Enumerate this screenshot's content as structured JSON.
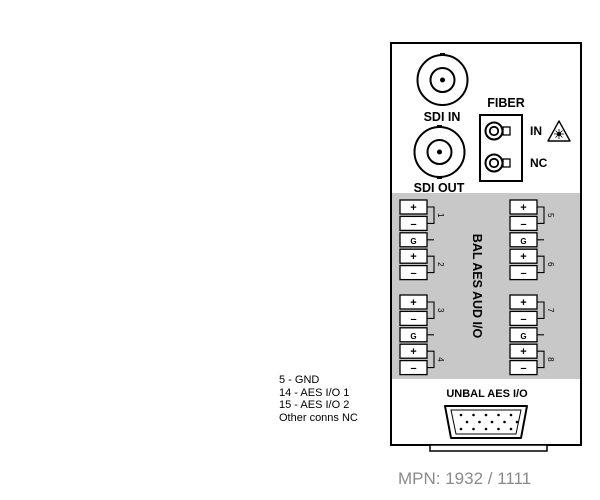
{
  "panel": {
    "sdi_in_label": "SDI IN",
    "sdi_out_label": "SDI OUT",
    "fiber_label": "FIBER",
    "fiber_ports": [
      {
        "label": "IN",
        "has_laser_warning": true
      },
      {
        "label": "NC",
        "has_laser_warning": false
      }
    ],
    "bal_title": "BAL AES AUD I/O",
    "terminal_pins": [
      "+",
      "–",
      "G",
      "+",
      "–"
    ],
    "channel_numbers": [
      "1",
      "2",
      "3",
      "4",
      "5",
      "6",
      "7",
      "8"
    ],
    "unbal_label": "UNBAL AES I/O"
  },
  "pin_notes": [
    "5 - GND",
    "14 - AES I/O 1",
    "15 - AES I/O 2",
    "Other conns NC"
  ],
  "mpn": "MPN: 1932 / 1111",
  "colors": {
    "gray_band": "#c8c8c8",
    "outline": "#000000",
    "mpn_text": "#8a8a8a"
  }
}
